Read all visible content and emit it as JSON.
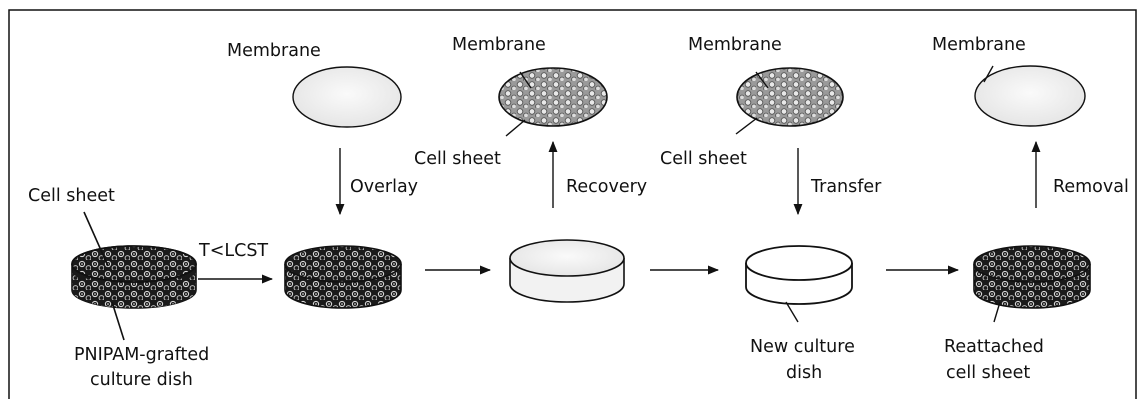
{
  "labels": {
    "membrane1": "Membrane",
    "membrane2": "Membrane",
    "membrane3": "Membrane",
    "membrane4": "Membrane",
    "cell_sheet_left": "Cell sheet",
    "cell_sheet_mid1": "Cell sheet",
    "cell_sheet_mid2": "Cell sheet",
    "dish_line1": "PNIPAM-grafted",
    "dish_line2": "culture dish",
    "temp": "T<LCST",
    "overlay": "Overlay",
    "recovery": "Recovery",
    "transfer": "Transfer",
    "removal": "Removal",
    "new_dish_line1": "New culture",
    "new_dish_line2": "dish",
    "reattached_line1": "Reattached",
    "reattached_line2": "cell sheet"
  },
  "colors": {
    "ink": "#111111",
    "cells_dark": "#1a1a1a",
    "membrane_fill": "#ededed"
  }
}
